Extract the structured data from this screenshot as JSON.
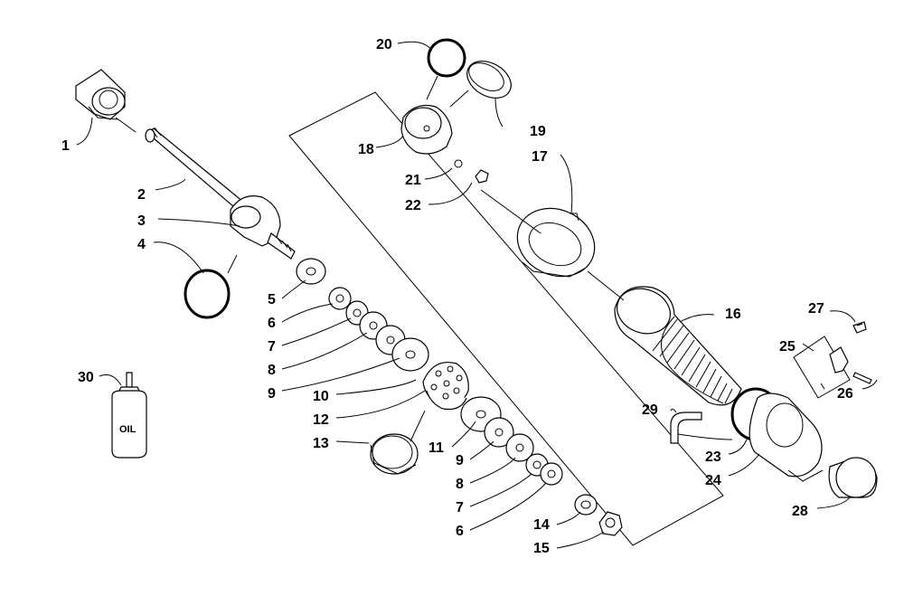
{
  "labels": {
    "p1": "1",
    "p2": "2",
    "p3": "3",
    "p4": "4",
    "p5": "5",
    "p6a": "6",
    "p7a": "7",
    "p8a": "8",
    "p9a": "9",
    "p10": "10",
    "p11": "11",
    "p12": "12",
    "p13": "13",
    "p9b": "9",
    "p8b": "8",
    "p7b": "7",
    "p6b": "6",
    "p14": "14",
    "p15": "15",
    "p16": "16",
    "p17": "17",
    "p18": "18",
    "p19": "19",
    "p20": "20",
    "p21": "21",
    "p22": "22",
    "p23": "23",
    "p24": "24",
    "p25": "25",
    "p26": "26",
    "p27": "27",
    "p28": "28",
    "p29": "29",
    "p30": "30"
  },
  "bottle_text": "OIL"
}
